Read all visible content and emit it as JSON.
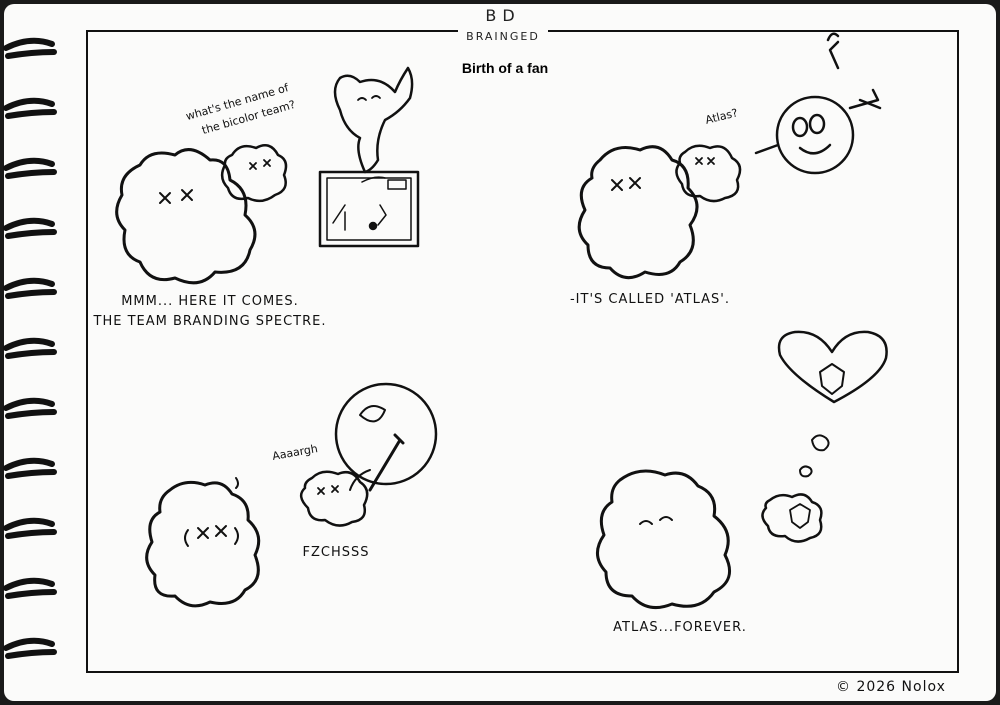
{
  "logo": {
    "top": "BD",
    "bottom": "BRAINGED"
  },
  "page_title": "Birth of a fan",
  "panel1": {
    "speech_line1": "what's the name of",
    "speech_line2": "the bicolor team?",
    "caption_line1": "MMM... HERE IT COMES.",
    "caption_line2": "THE TEAM BRANDING SPECTRE."
  },
  "panel2": {
    "speech": "Atlas?",
    "caption": "-IT'S CALLED 'ATLAS'."
  },
  "panel3": {
    "scream": "Aaaargh",
    "sound": "FZCHSSS"
  },
  "panel4": {
    "caption": "ATLAS...FOREVER."
  },
  "footer": {
    "copyright": "© 2026  Nolox"
  },
  "colors": {
    "ink": "#111111",
    "paper": "#fbfbfa",
    "background": "#1a1a1a"
  }
}
